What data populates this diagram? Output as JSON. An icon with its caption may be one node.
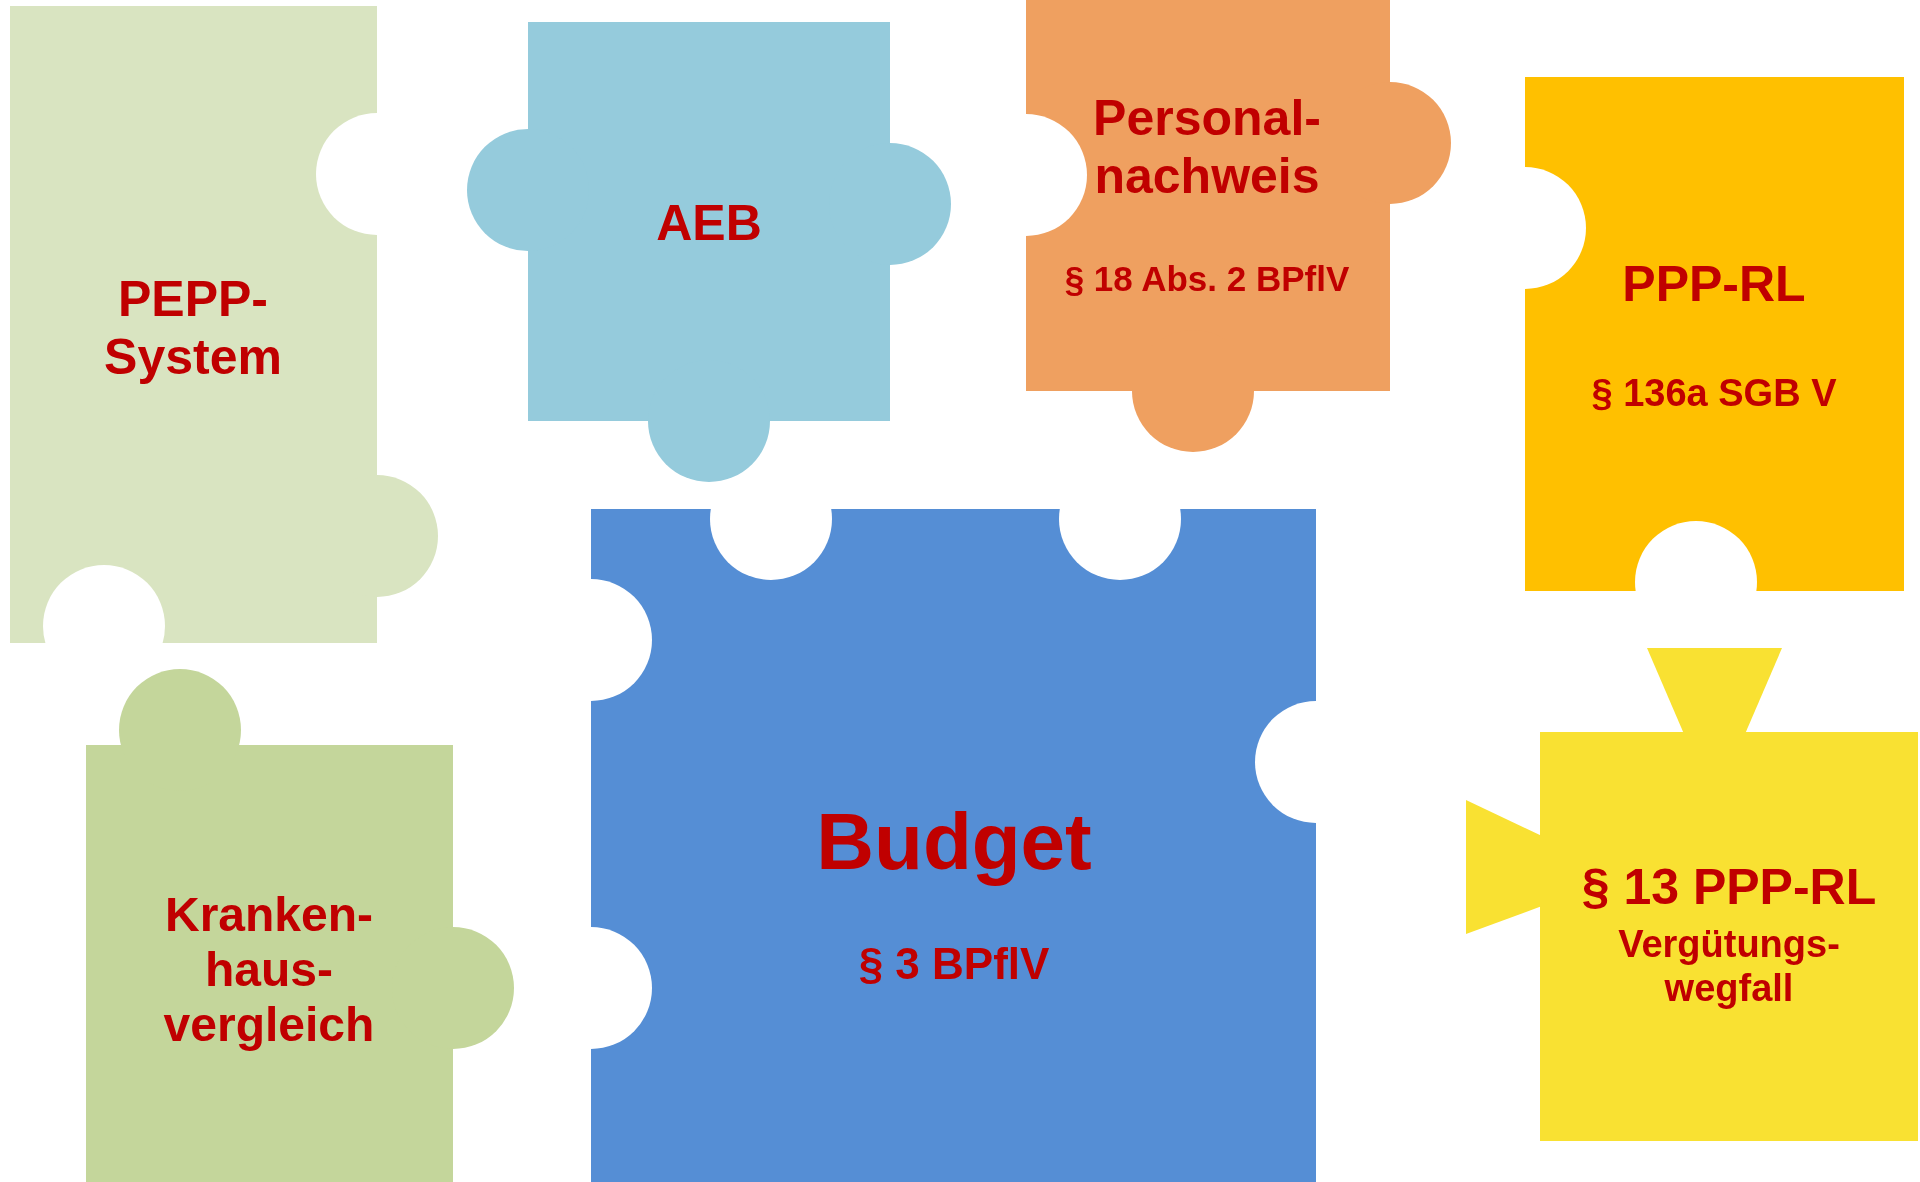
{
  "diagram": {
    "nodes": [
      {
        "text": [
          "PEPP- System"
        ]
      },
      {
        "text": [
          "AEB"
        ]
      },
      {
        "text": [
          "Personal- nachweis",
          "§ 18 Abs. 2 BPflV"
        ]
      },
      {
        "text": [
          "PPP-RL",
          "§ 136a SGB V"
        ]
      },
      {
        "text": [
          "Kranken- haus- vergleich"
        ]
      },
      {
        "text": [
          "Budget",
          "§ 3 BPflV"
        ]
      },
      {
        "text": [
          "§ 13 PPP-RL",
          "Vergütungs- wegfall"
        ]
      }
    ]
  }
}
